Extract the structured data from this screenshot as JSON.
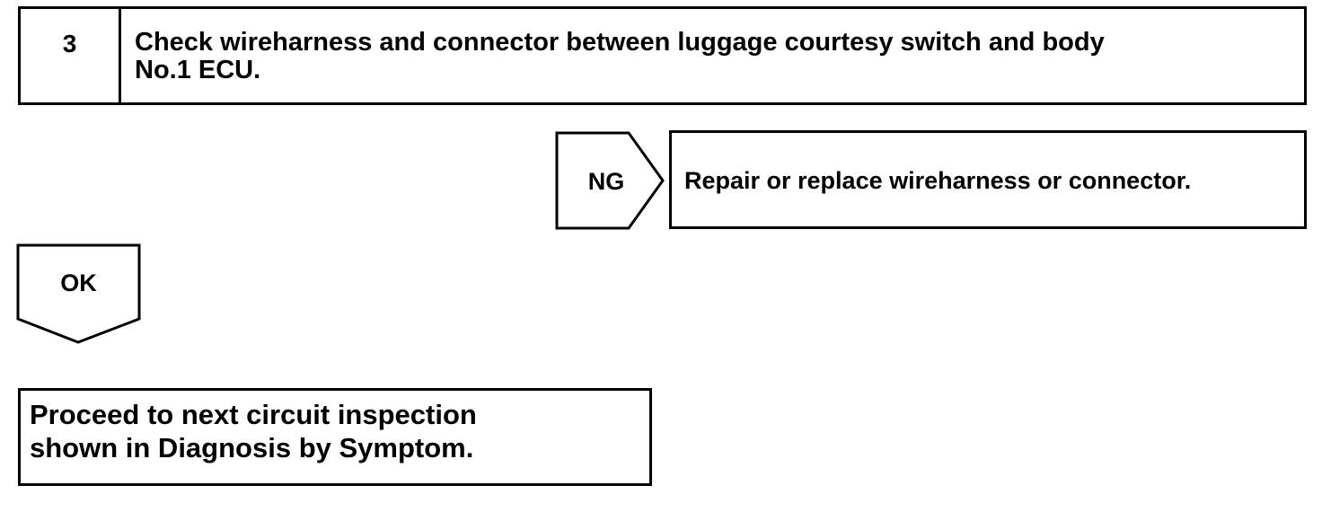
{
  "step": {
    "number": "3",
    "text": "Check wireharness and connector between luggage courtesy switch and body\nNo.1 ECU."
  },
  "ng_branch": {
    "label": "NG",
    "action": "Repair or replace wireharness or connector."
  },
  "ok_branch": {
    "label": "OK",
    "action": "Proceed to next circuit inspection\n shown in Diagnosis by Symptom."
  },
  "colors": {
    "stroke": "#000000",
    "background": "#ffffff"
  }
}
